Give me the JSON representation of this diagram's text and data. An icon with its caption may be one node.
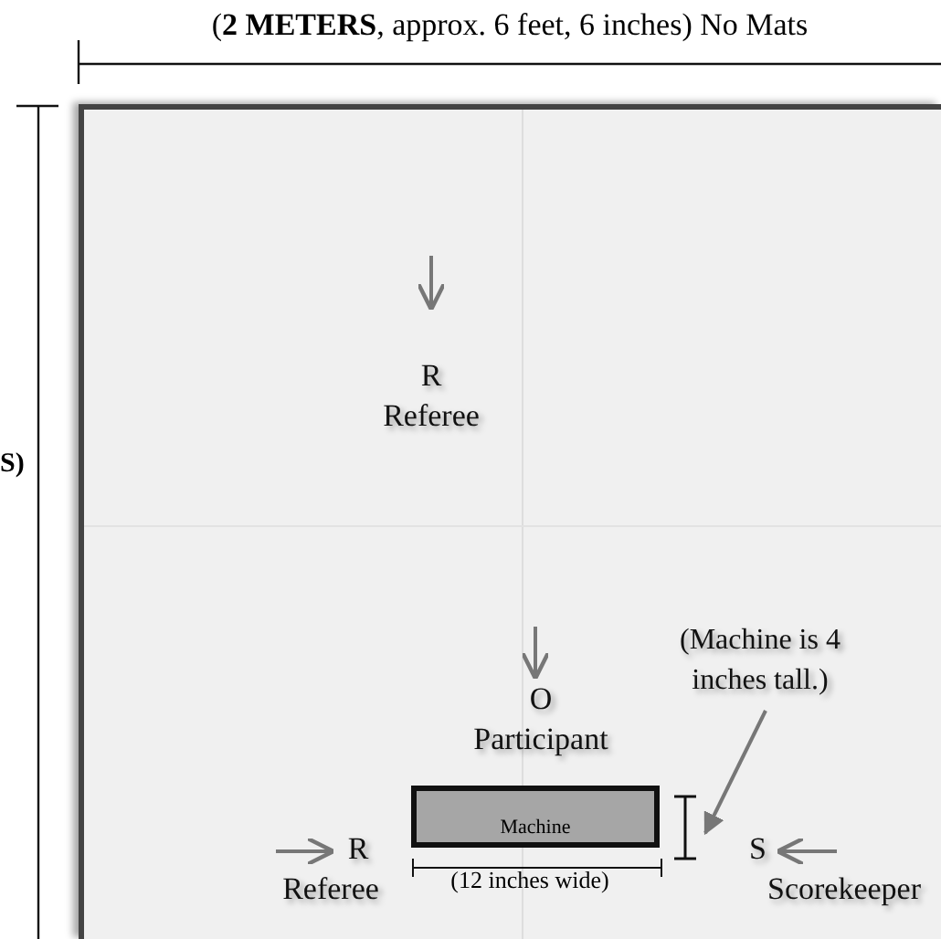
{
  "diagram": {
    "title": "(**2 METERS**, approx. 6 feet, 6 inches) No Mats",
    "nodes": [
      {
        "text": [],
        "shape": "box"
      },
      {
        "text": [
          "R",
          "Referee"
        ],
        "in": 0
      },
      {
        "text": [
          "O",
          "Participant"
        ],
        "in": 0
      },
      {
        "text": [
          "(Machine is 4 inches tall.)"
        ],
        "in": 0
      },
      {
        "text": [
          "Machine"
        ],
        "in": 0
      },
      {
        "text": [
          "R",
          "Referee"
        ],
        "in": 0
      },
      {
        "text": [
          "S",
          "Scorekeeper"
        ],
        "in": 0
      },
      {
        "text": [],
        "shape": "bar",
        "in": 0
      }
    ],
    "edges": [
      {
        "from": 3,
        "to": 7,
        "arrow": "to"
      }
    ],
    "labels": [
      "S)",
      "(12 inches wide)"
    ]
  }
}
